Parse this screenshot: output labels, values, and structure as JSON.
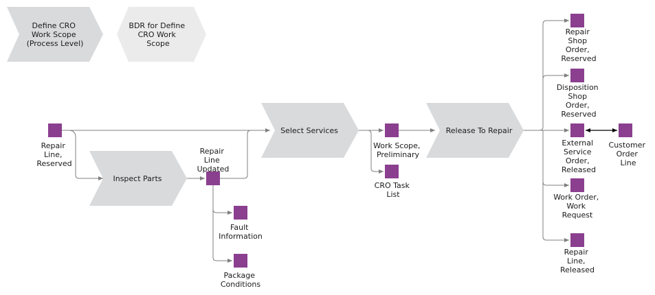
{
  "colors": {
    "process_fill": "#d9dadc",
    "process_fill_light": "#ebebeb",
    "object_fill": "#8b3f8f",
    "connector": "#7f7f7f"
  },
  "header": {
    "define_cro": [
      "Define CRO",
      "Work Scope",
      "(Process Level)"
    ],
    "bdr": [
      "BDR for Define",
      "CRO Work",
      "Scope"
    ]
  },
  "processes": {
    "inspect_parts": "Inspect Parts",
    "select_services": "Select Services",
    "release_to_repair": "Release To Repair"
  },
  "objects": {
    "repair_line_reserved": [
      "Repair",
      "Line,",
      "Reserved"
    ],
    "repair_line_updated": [
      "Repair",
      "Line",
      "Updated"
    ],
    "fault_information": [
      "Fault",
      "Information"
    ],
    "package_conditions": [
      "Package",
      "Conditions"
    ],
    "work_scope_preliminary": [
      "Work Scope,",
      "Preliminary"
    ],
    "cro_task_list": [
      "CRO Task",
      "List"
    ],
    "repair_shop_order_reserved": [
      "Repair",
      "Shop",
      "Order,",
      "Reserved"
    ],
    "disposition_shop_order_reserved": [
      "Disposition",
      "Shop",
      "Order,",
      "Reserved"
    ],
    "external_service_order_released": [
      "External",
      "Service",
      "Order,",
      "Released"
    ],
    "customer_order_line": [
      "Customer",
      "Order",
      "Line"
    ],
    "work_order_work_request": [
      "Work Order,",
      "Work",
      "Request"
    ],
    "repair_line_released": [
      "Repair",
      "Line,",
      "Released"
    ]
  }
}
